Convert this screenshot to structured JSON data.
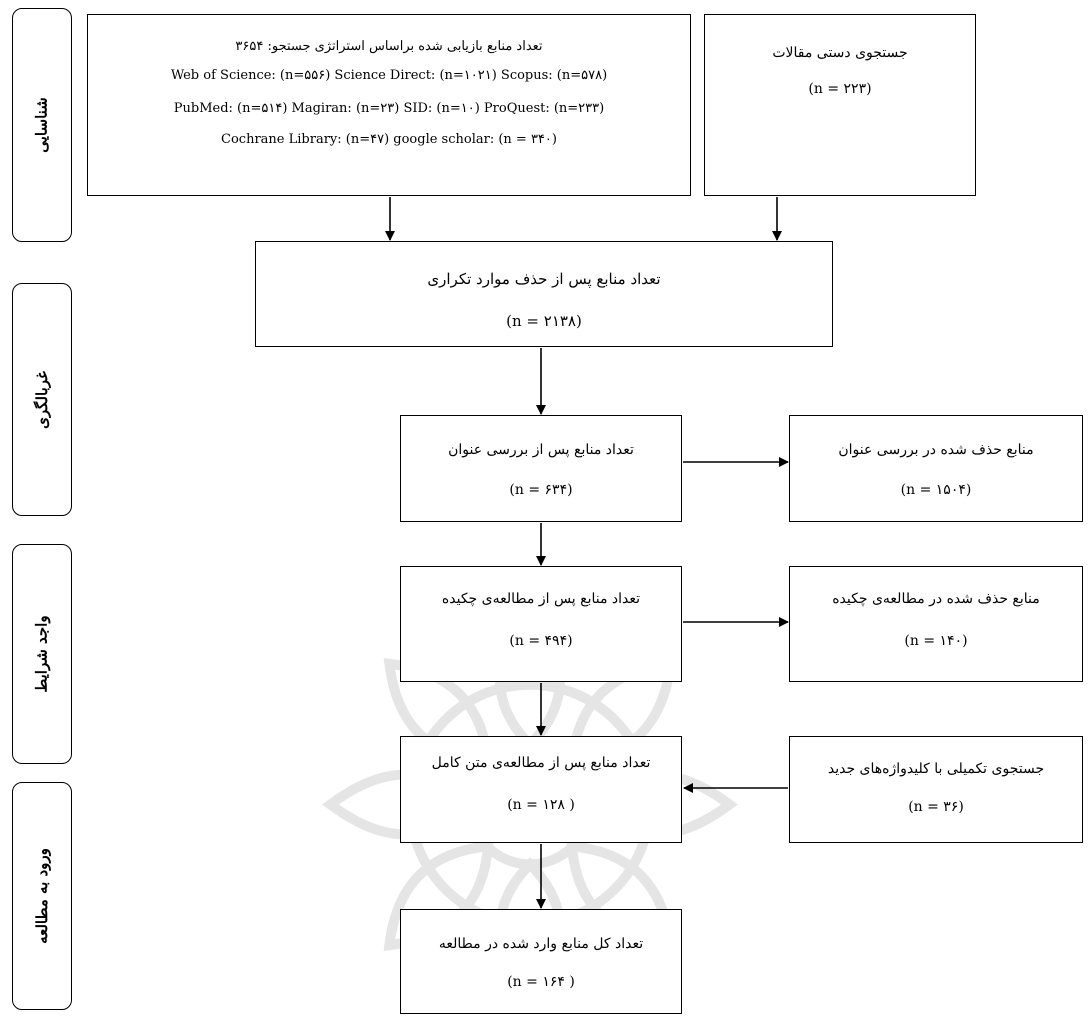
{
  "phases": {
    "identification": "شناسایی",
    "screening": "غربالگری",
    "eligibility": "واجد شرایط",
    "included": "ورود به مطالعه"
  },
  "databases_box": {
    "title": "تعداد منابع بازیابی شده براساس استراتژی جستجو: ۳۶۵۴",
    "line1": "Web of Science: (n=۵۵۶)    Science Direct: (n=۱۰۲۱)   Scopus: (n=۵۷۸)",
    "line2": "PubMed: (n=۵۱۴)   Magiran: (n=۲۳)    SID: (n=۱۰)   ProQuest: (n=۲۳۳)",
    "line3": "Cochrane Library: (n=۴۷)    google scholar: (n = ۳۴۰)"
  },
  "manual_box": {
    "label": "جستجوی دستی مقالات",
    "count": "(n = ۲۲۳)"
  },
  "dedup_box": {
    "label": "تعداد منابع پس از حذف موارد تکراری",
    "count": "(n = ۲۱۳۸)"
  },
  "title_screen_box": {
    "label": "تعداد منابع پس از بررسی عنوان",
    "count": "(n = ۶۳۴)"
  },
  "title_excluded_box": {
    "label": "منابع حذف شده در بررسی عنوان",
    "count": "(n = ۱۵۰۴)"
  },
  "abstract_box": {
    "label": "تعداد منابع پس از مطالعه‌ی چکیده",
    "count": "(n = ۴۹۴)"
  },
  "abstract_excluded_box": {
    "label": "منابع حذف شده در مطالعه‌ی چکیده",
    "count": "(n = ۱۴۰)"
  },
  "fulltext_box": {
    "label": "تعداد منابع پس از مطالعه‌ی متن کامل",
    "count": "(n = ۱۲۸ )"
  },
  "supplementary_box": {
    "label": "جستجوی تکمیلی با کلیدواژه‌های جدید",
    "count": "(n = ۳۶)"
  },
  "included_box": {
    "label": "تعداد کل منابع وارد شده در مطالعه",
    "count": "(n = ۱۶۴ )"
  }
}
